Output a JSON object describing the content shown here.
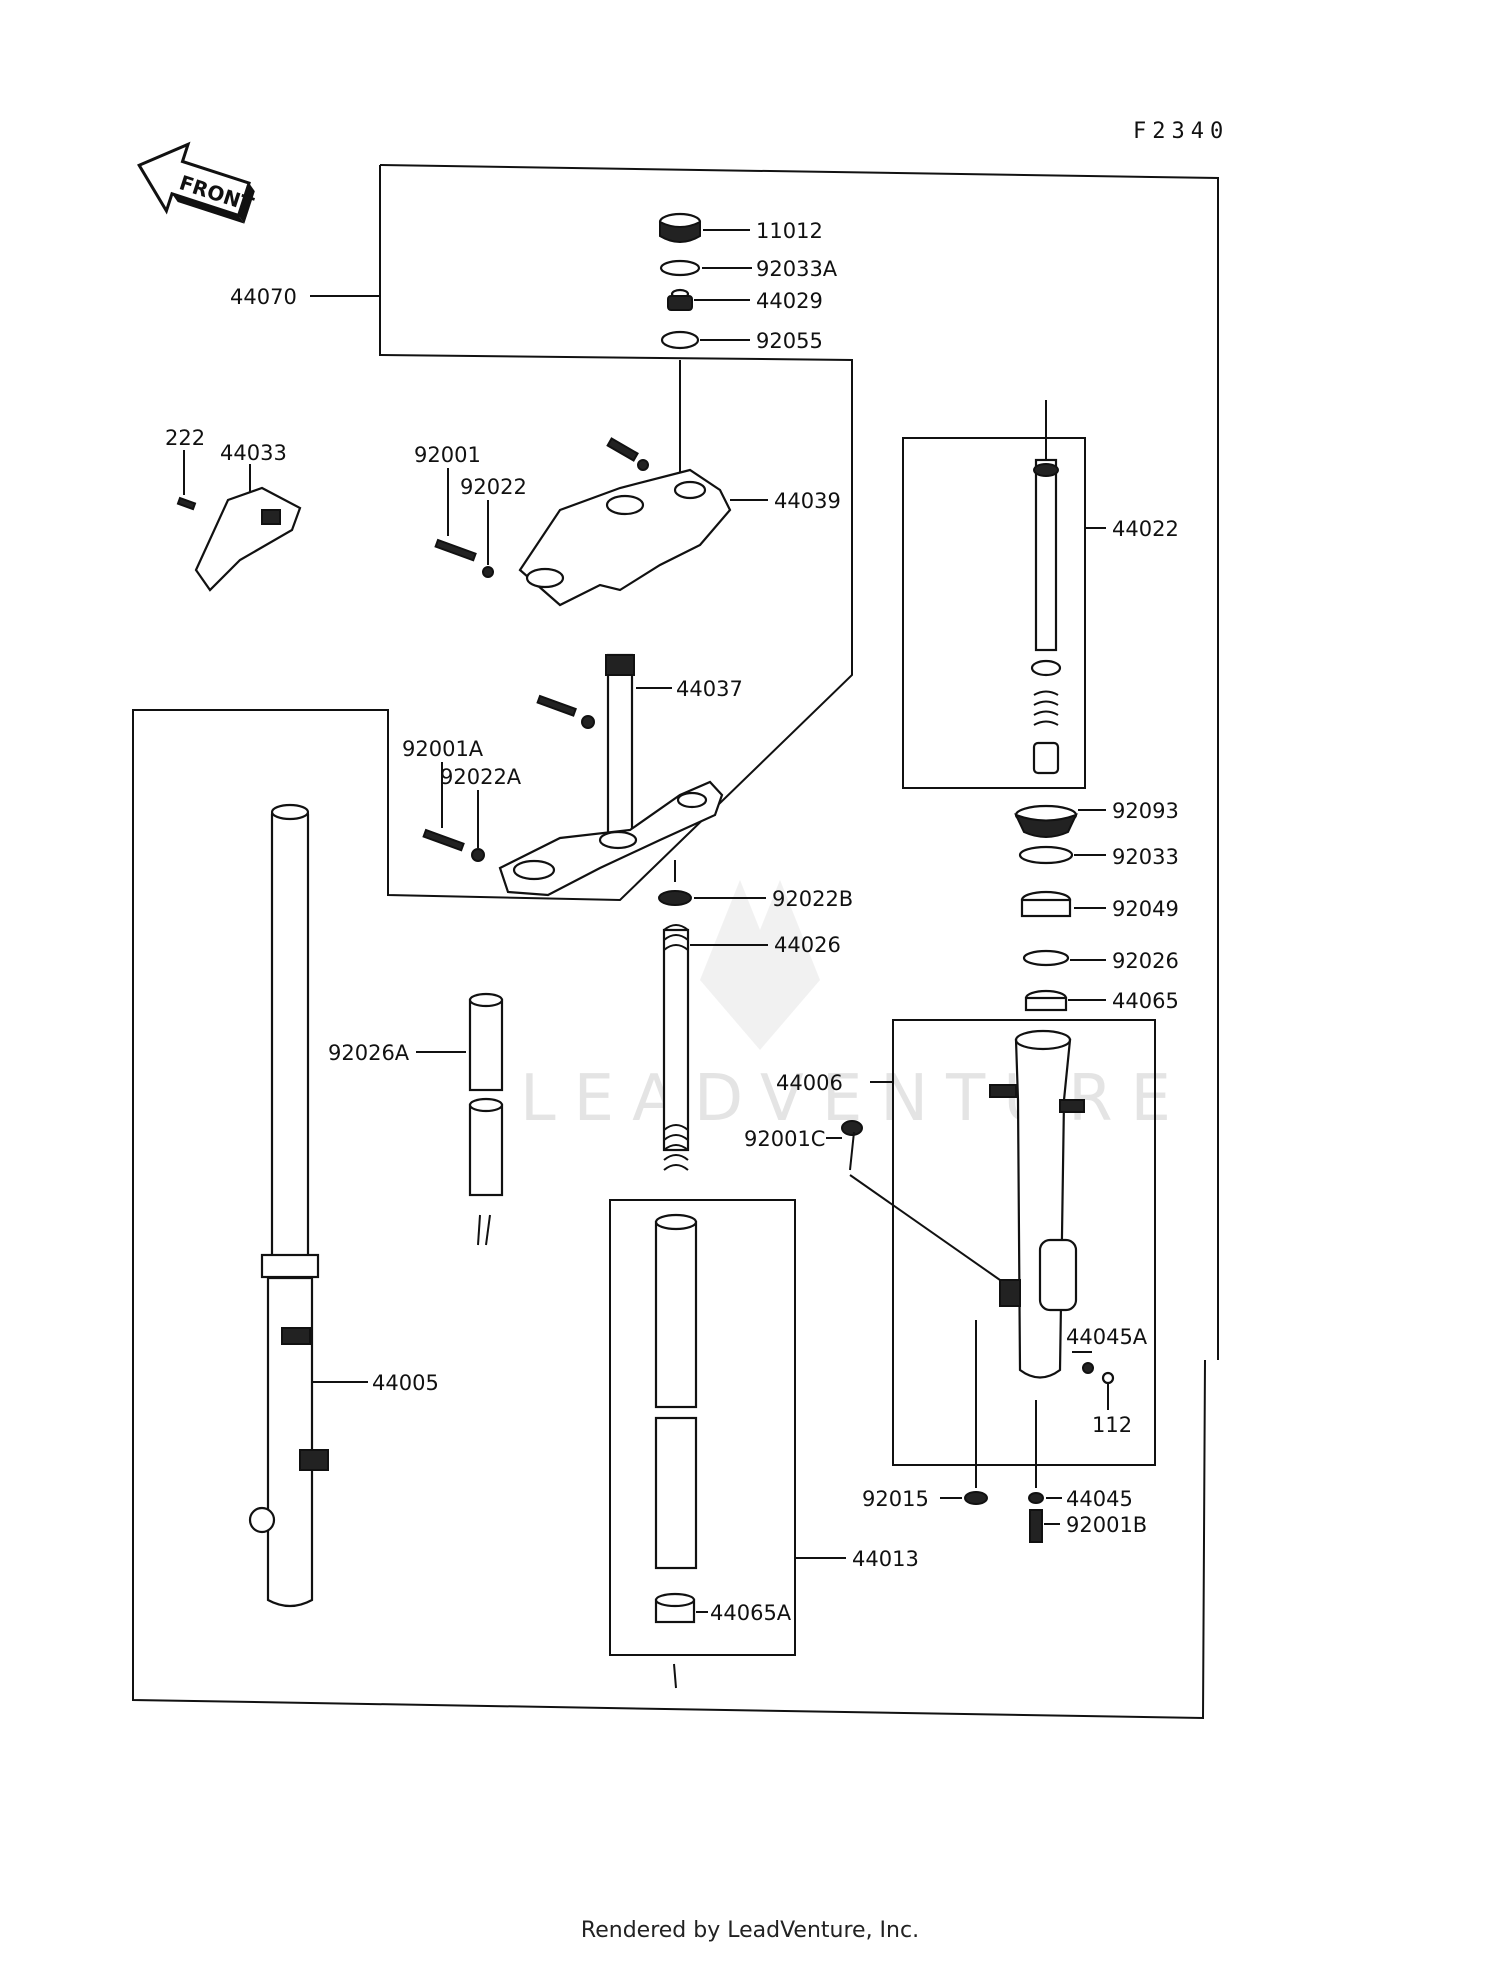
{
  "figure_code": "F2340",
  "front_label": "FRONT",
  "watermark": "LEADVENTURE",
  "footer": "Rendered by LeadVenture, Inc.",
  "parts": [
    {
      "id": "11012",
      "label": "11012"
    },
    {
      "id": "92033A",
      "label": "92033A"
    },
    {
      "id": "44029",
      "label": "44029"
    },
    {
      "id": "92055",
      "label": "92055"
    },
    {
      "id": "44070",
      "label": "44070"
    },
    {
      "id": "222",
      "label": "222"
    },
    {
      "id": "44033",
      "label": "44033"
    },
    {
      "id": "92001",
      "label": "92001"
    },
    {
      "id": "92022",
      "label": "92022"
    },
    {
      "id": "44039",
      "label": "44039"
    },
    {
      "id": "44022",
      "label": "44022"
    },
    {
      "id": "44037",
      "label": "44037"
    },
    {
      "id": "92001A",
      "label": "92001A"
    },
    {
      "id": "92022A",
      "label": "92022A"
    },
    {
      "id": "92093",
      "label": "92093"
    },
    {
      "id": "92033",
      "label": "92033"
    },
    {
      "id": "92022B",
      "label": "92022B"
    },
    {
      "id": "92049",
      "label": "92049"
    },
    {
      "id": "44026",
      "label": "44026"
    },
    {
      "id": "92026",
      "label": "92026"
    },
    {
      "id": "44065",
      "label": "44065"
    },
    {
      "id": "92026A",
      "label": "92026A"
    },
    {
      "id": "44006",
      "label": "44006"
    },
    {
      "id": "92001C",
      "label": "92001C"
    },
    {
      "id": "44045A",
      "label": "44045A"
    },
    {
      "id": "44005",
      "label": "44005"
    },
    {
      "id": "112",
      "label": "112"
    },
    {
      "id": "92015",
      "label": "92015"
    },
    {
      "id": "44045",
      "label": "44045"
    },
    {
      "id": "92001B",
      "label": "92001B"
    },
    {
      "id": "44013",
      "label": "44013"
    },
    {
      "id": "44065A",
      "label": "44065A"
    }
  ]
}
